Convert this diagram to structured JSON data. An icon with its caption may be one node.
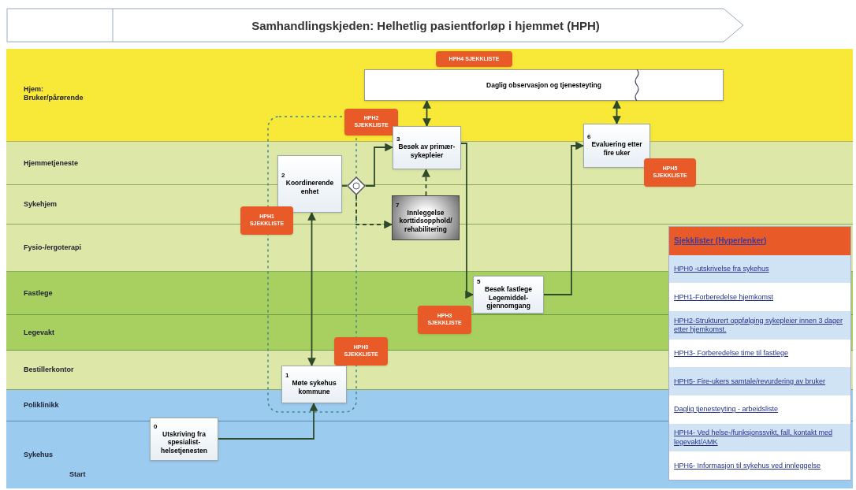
{
  "diagram": {
    "title": "Samhandlingskjeden: Helhetlig pasientforløp i hjemmet (HPH)",
    "nodes": [
      {
        "text": [
          "HPH4 SJEKKLISTE"
        ]
      },
      {
        "text": [
          "Daglig observasjon og tjenesteyting"
        ]
      },
      {
        "text": [
          "HPH2 SJEKKLISTE"
        ]
      },
      {
        "text": [
          "3",
          "Besøk av primær-sykepleier"
        ]
      },
      {
        "text": [
          "6",
          "Evaluering etter fire uker"
        ]
      },
      {
        "text": [
          "2",
          "Koordinerende enhet"
        ]
      },
      {
        "text": [],
        "shape": "diamond"
      },
      {
        "text": [
          "HPH5 SJEKKLISTE"
        ]
      },
      {
        "text": [
          "7",
          "Innleggelse korttidsopphold/ rehabilitering"
        ]
      },
      {
        "text": [
          "HPH1 SJEKKLISTE"
        ]
      },
      {
        "text": [
          "5",
          "Besøk fastlege Legemiddel-gjennomgang"
        ]
      },
      {
        "text": [
          "HPH3 SJEKKLISTE"
        ]
      },
      {
        "text": [
          "HPH0 SJEKKLISTE"
        ]
      },
      {
        "text": [
          "1",
          "Møte sykehus kommune"
        ]
      },
      {
        "text": [
          "0",
          "Utskriving fra spesialist-helsetjenesten"
        ]
      }
    ],
    "edges": [
      {
        "from": 14,
        "to": 13,
        "arrow": "to"
      },
      {
        "from": 13,
        "to": 5,
        "arrow": "both"
      },
      {
        "from": 5,
        "to": 6,
        "arrow": "none"
      },
      {
        "from": 6,
        "to": 3,
        "arrow": "to"
      },
      {
        "from": 6,
        "to": 8,
        "arrow": "to",
        "style": "dashed"
      },
      {
        "from": 8,
        "to": 3,
        "arrow": "to",
        "style": "dashed"
      },
      {
        "from": 1,
        "to": 3,
        "arrow": "both"
      },
      {
        "from": 3,
        "to": 10,
        "arrow": "to"
      },
      {
        "from": 10,
        "to": 4,
        "arrow": "to"
      },
      {
        "from": 1,
        "to": 4,
        "arrow": "both"
      }
    ],
    "labels": [
      "Hjem: Bruker/pårørende",
      "Hjemmetjeneste",
      "Sykehjem",
      "Fysio-/ergoterapi",
      "Fastlege",
      "Legevakt",
      "Bestillerkontor",
      "Poliklinikk",
      "Sykehus",
      "Start",
      "Sjekklister (Hyperlenker)",
      "HPH0 -utskrivelse fra sykehus",
      "HPH1-Forberedelse hjemkomst",
      "HPH2-Strukturert oppfølging sykepleier innen 3 dager etter hjemkomst.",
      "HPH3- Forberedelse time til fastlege",
      "HPH5- Fire-ukers samtale/revurdering av bruker",
      "Daglig tjenesteyting - arbeidsliste",
      "HPH4- Ved helse-/funksjonssvikt, fall, kontakt med legevakt/AMK",
      "HPH6- Informasjon til sykehus ved innleggelse"
    ]
  }
}
